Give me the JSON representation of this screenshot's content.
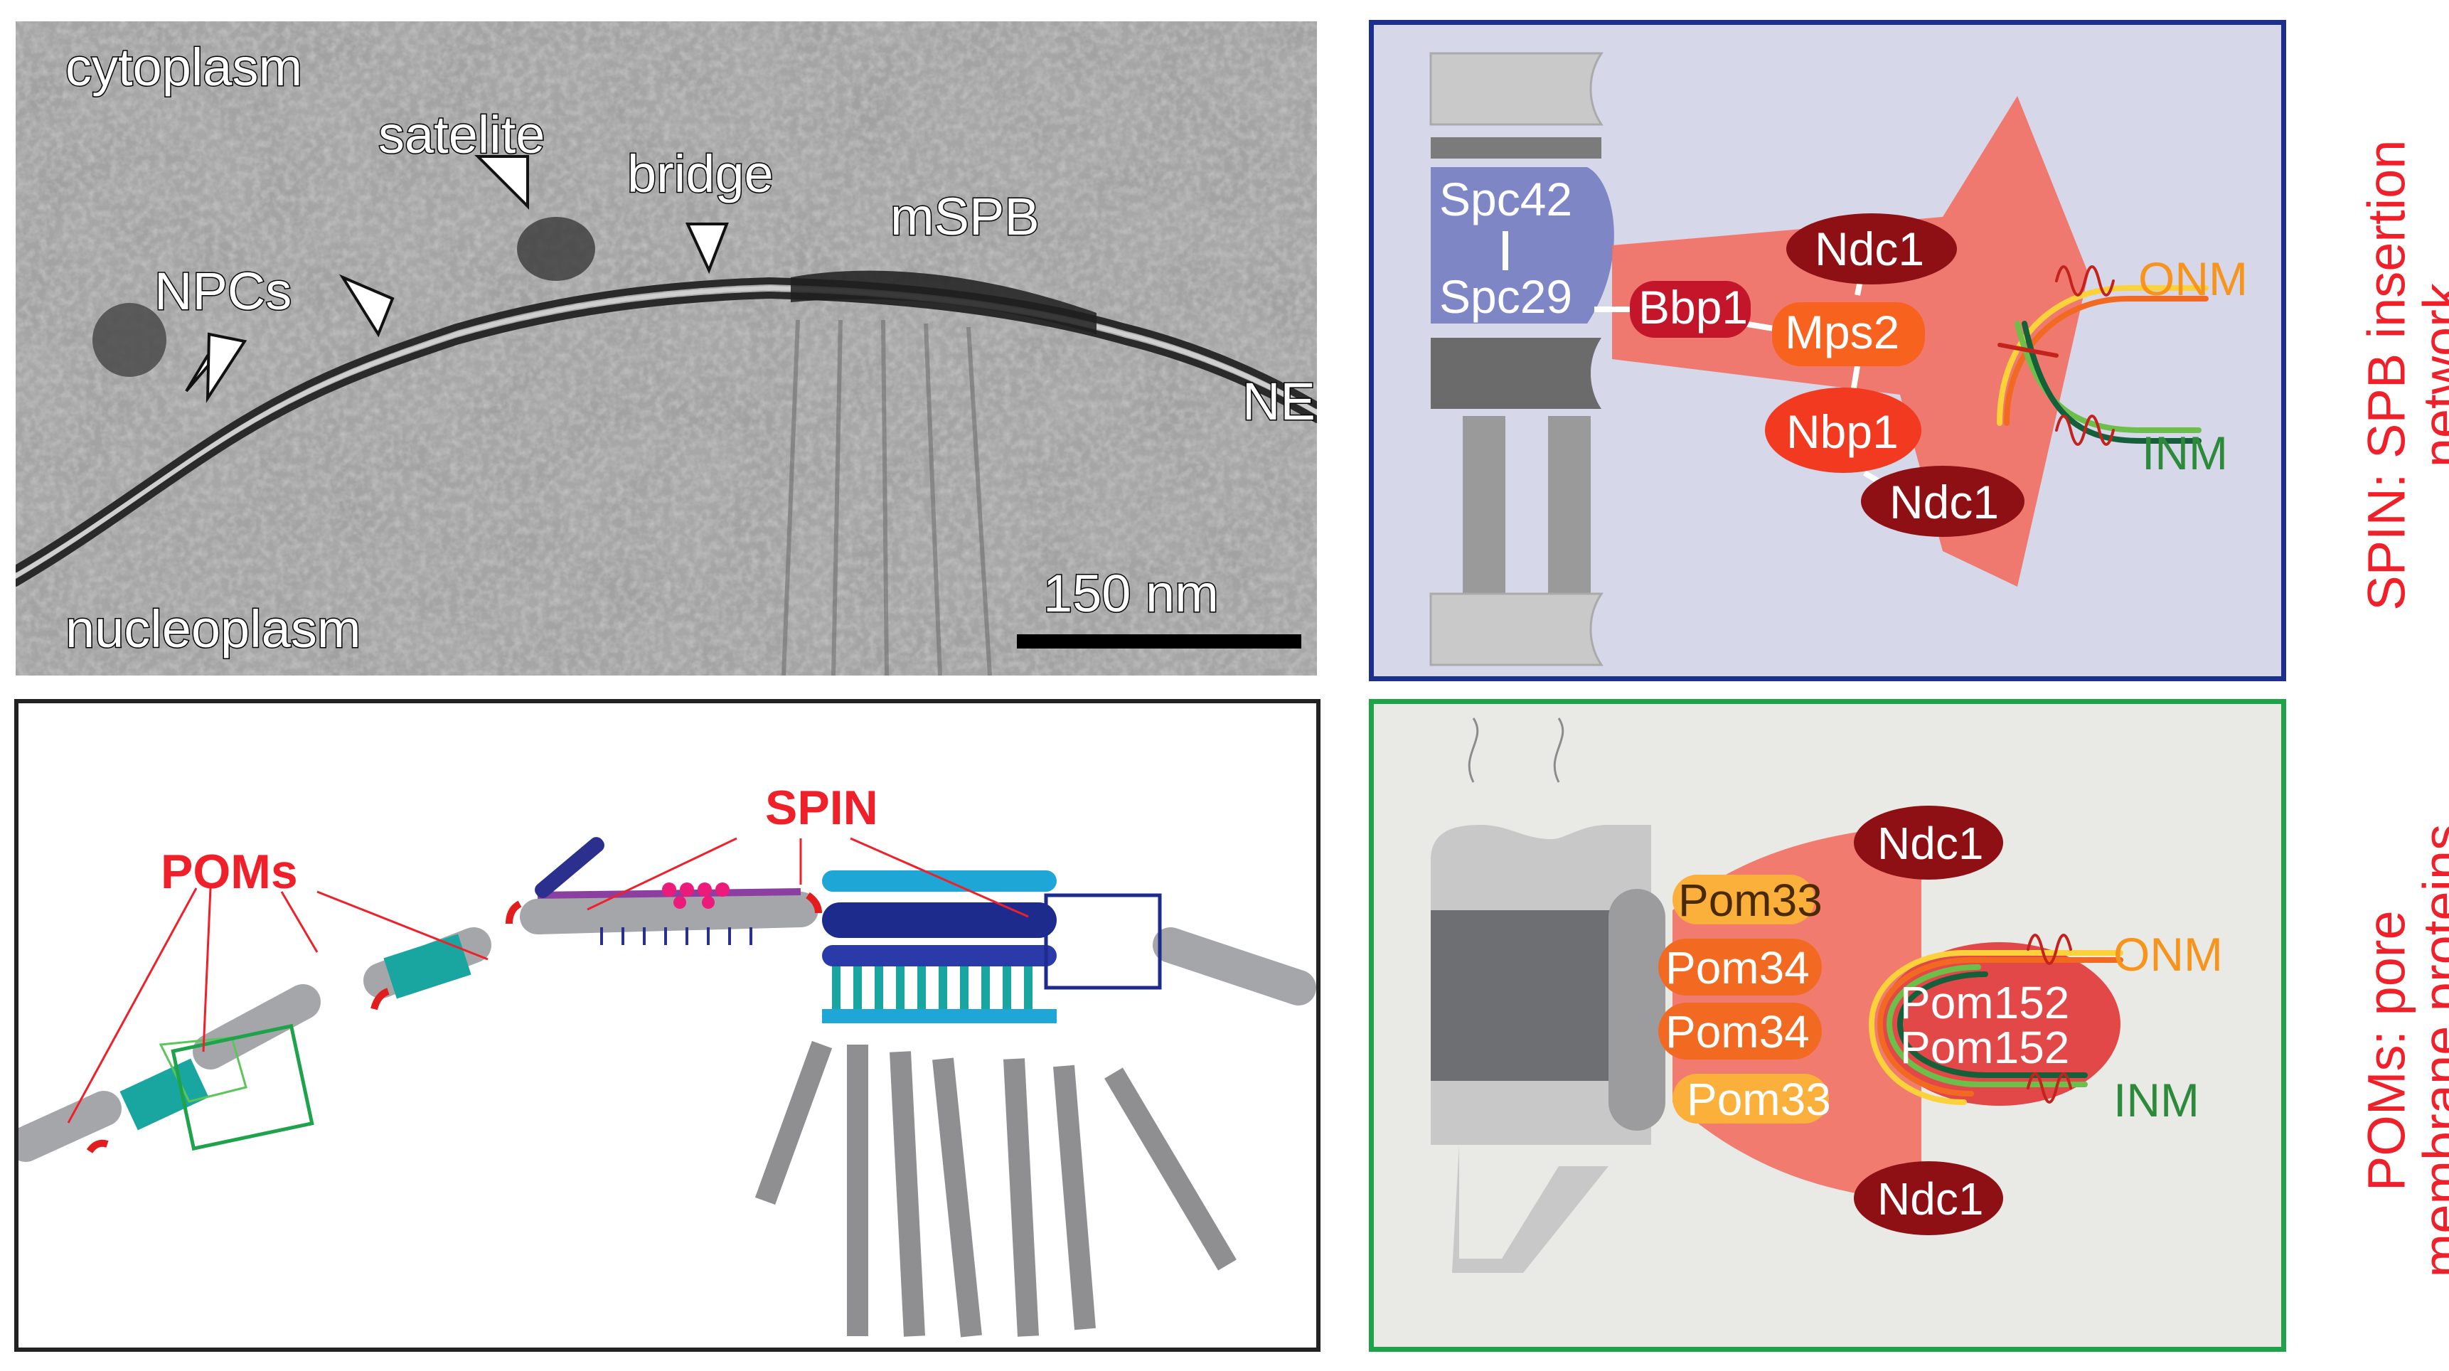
{
  "em": {
    "cytoplasm": "cytoplasm",
    "satelite": "satelite",
    "bridge": "bridge",
    "mspb": "mSPB",
    "npcs": "NPCs",
    "ne": "NE",
    "nucleoplasm": "nucleoplasm",
    "scale": "150 nm"
  },
  "spin_panel": {
    "spc42": "Spc42",
    "spc29": "Spc29",
    "bbp1": "Bbp1",
    "mps2": "Mps2",
    "ndc1_top": "Ndc1",
    "nbp1": "Nbp1",
    "ndc1_bottom": "Ndc1",
    "onm": "ONM",
    "inm": "INM",
    "side_label_line1": "SPIN: SPB insertion",
    "side_label_line2": "network"
  },
  "pom_panel": {
    "ndc1_top": "Ndc1",
    "pom33_top": "Pom33",
    "pom34_a": "Pom34",
    "pom34_b": "Pom34",
    "pom33_bottom": "Pom33",
    "pom152_a": "Pom152",
    "pom152_b": "Pom152",
    "ndc1_bottom": "Ndc1",
    "onm": "ONM",
    "inm": "INM",
    "side_label_line1": "POMs: pore",
    "side_label_line2": "membrane proteins"
  },
  "model_panel": {
    "spin": "SPIN",
    "poms": "POMs"
  },
  "colors": {
    "spin_border": "#1d2f8c",
    "pom_border": "#1fa34a",
    "label_red": "#f0202a",
    "salmon": "#f36f62",
    "dark_red": "#8e1015",
    "orange": "#f7941d"
  }
}
